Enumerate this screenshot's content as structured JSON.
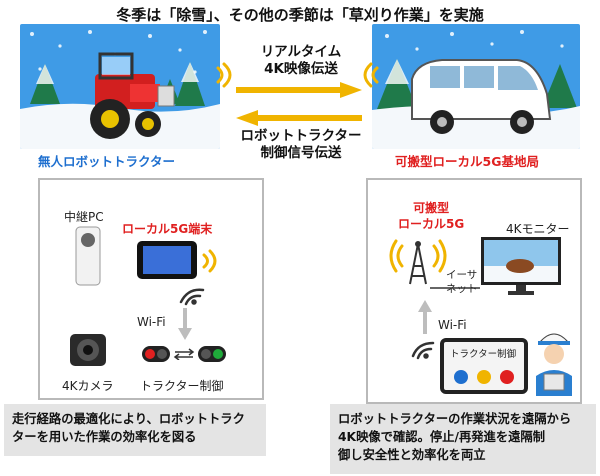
{
  "title": "冬季は「除雪」、その他の季節は「草刈り作業」を実施",
  "top": {
    "left_caption": "無人ロボットトラクター",
    "right_caption": "可搬型ローカル5G基地局",
    "arrow_upper": [
      "リアルタイム",
      "4K映像伝送"
    ],
    "arrow_lower": [
      "ロボットトラクター",
      "制御信号伝送"
    ]
  },
  "left_panel": {
    "relay_pc": "中継PC",
    "local5g_terminal": "ローカル5G端末",
    "wifi": "Wi-Fi",
    "camera": "4Kカメラ",
    "tractor_control": "トラクター制御",
    "note_lines": [
      "走行経路の最適化により、ロボットトラク",
      "ターを用いた作業の効率化を図る"
    ]
  },
  "right_panel": {
    "portable_5g": [
      "可搬型",
      "ローカル5G"
    ],
    "monitor": "4Kモニター",
    "ethernet": [
      "イーサ",
      "ネット"
    ],
    "wifi": "Wi-Fi",
    "tablet_label": "トラクター制御",
    "note_lines": [
      "ロボットトラクターの作業状況を遠隔から",
      "4K映像で確認。停止/再発進を遠隔制",
      "御し安全性と効率化を両立"
    ]
  },
  "colors": {
    "left_caption": "#1e6fcf",
    "right_caption": "#e02020",
    "arrow": "#f0b400",
    "wifi": "#f0b400"
  }
}
